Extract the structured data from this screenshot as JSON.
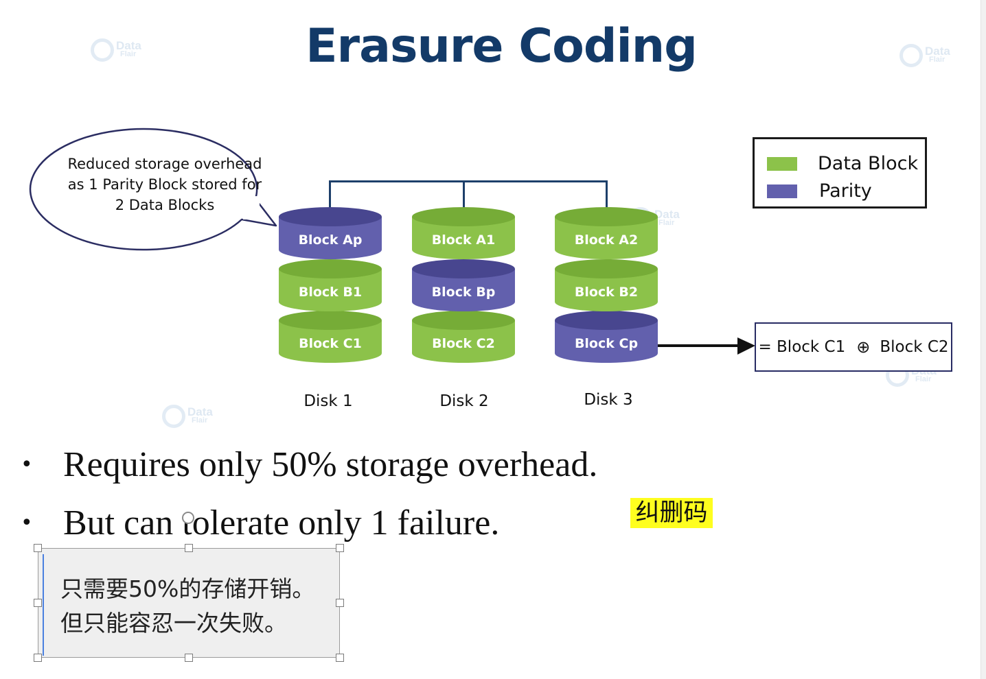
{
  "title": "Erasure Coding",
  "callout": {
    "lines": [
      "Reduced storage overhead",
      "as 1 Parity Block stored for",
      "2 Data Blocks"
    ]
  },
  "disks": [
    {
      "label": "Disk 1",
      "blocks": [
        {
          "label": "Block Ap",
          "kind": "parity"
        },
        {
          "label": "Block B1",
          "kind": "data"
        },
        {
          "label": "Block C1",
          "kind": "data"
        }
      ]
    },
    {
      "label": "Disk 2",
      "blocks": [
        {
          "label": "Block A1",
          "kind": "data"
        },
        {
          "label": "Block Bp",
          "kind": "parity"
        },
        {
          "label": "Block C2",
          "kind": "data"
        }
      ]
    },
    {
      "label": "Disk 3",
      "blocks": [
        {
          "label": "Block A2",
          "kind": "data"
        },
        {
          "label": "Block B2",
          "kind": "data"
        },
        {
          "label": "Block Cp",
          "kind": "parity"
        }
      ]
    }
  ],
  "legend": {
    "data_label": "Data Block",
    "parity_label": "Parity"
  },
  "formula": {
    "prefix": "= Block C1",
    "operator": "⊕",
    "suffix": "Block C2"
  },
  "bullets": [
    "Requires only 50% storage overhead.",
    "But can tolerate only 1 failure."
  ],
  "highlight_text": "纠删码",
  "textbox_lines": [
    "只需要50%的存储开销。",
    "但只能容忍一次失败。"
  ],
  "watermark": {
    "top": "Data",
    "bottom": "Flair"
  },
  "colors": {
    "data_block": "#8cc24a",
    "data_block_dark": "#76ac37",
    "parity_block": "#6260ad",
    "parity_block_dark": "#48468f",
    "title": "#133a68",
    "highlight": "#fefe1f"
  }
}
